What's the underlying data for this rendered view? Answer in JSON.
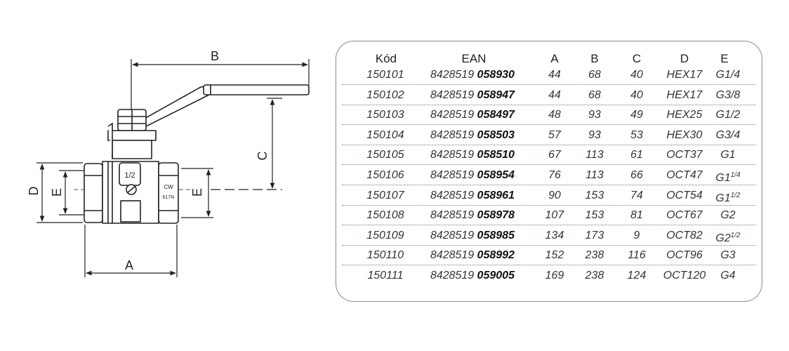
{
  "drawing": {
    "dimension_labels": {
      "b": "B",
      "c": "C",
      "d": "D",
      "e_left": "E",
      "e_right": "E",
      "a": "A"
    },
    "body_markings": {
      "size": "1/2",
      "material_1": "CW",
      "material_2": "617N"
    }
  },
  "table": {
    "headers": {
      "code": "Kód",
      "ean": "EAN",
      "a": "A",
      "b": "B",
      "c": "C",
      "d": "D",
      "e": "E"
    },
    "rows": [
      {
        "code": "150101",
        "ean_prefix": "8428519",
        "ean_bold": "058930",
        "a": "44",
        "b": "68",
        "c": "40",
        "d": "HEX17",
        "e": "G1/4",
        "e_sup": ""
      },
      {
        "code": "150102",
        "ean_prefix": "8428519",
        "ean_bold": "058947",
        "a": "44",
        "b": "68",
        "c": "40",
        "d": "HEX17",
        "e": "G3/8",
        "e_sup": ""
      },
      {
        "code": "150103",
        "ean_prefix": "8428519",
        "ean_bold": "058497",
        "a": "48",
        "b": "93",
        "c": "49",
        "d": "HEX25",
        "e": "G1/2",
        "e_sup": ""
      },
      {
        "code": "150104",
        "ean_prefix": "8428519",
        "ean_bold": "058503",
        "a": "57",
        "b": "93",
        "c": "53",
        "d": "HEX30",
        "e": "G3/4",
        "e_sup": ""
      },
      {
        "code": "150105",
        "ean_prefix": "8428519",
        "ean_bold": "058510",
        "a": "67",
        "b": "113",
        "c": "61",
        "d": "OCT37",
        "e": "G1",
        "e_sup": ""
      },
      {
        "code": "150106",
        "ean_prefix": "8428519",
        "ean_bold": "058954",
        "a": "76",
        "b": "113",
        "c": "66",
        "d": "OCT47",
        "e": "G1",
        "e_sup": "1/4"
      },
      {
        "code": "150107",
        "ean_prefix": "8428519",
        "ean_bold": "058961",
        "a": "90",
        "b": "153",
        "c": "74",
        "d": "OCT54",
        "e": "G1",
        "e_sup": "1/2"
      },
      {
        "code": "150108",
        "ean_prefix": "8428519",
        "ean_bold": "058978",
        "a": "107",
        "b": "153",
        "c": "81",
        "d": "OCT67",
        "e": "G2",
        "e_sup": ""
      },
      {
        "code": "150109",
        "ean_prefix": "8428519",
        "ean_bold": "058985",
        "a": "134",
        "b": "173",
        "c": "9",
        "d": "OCT82",
        "e": "G2",
        "e_sup": "1/2"
      },
      {
        "code": "150110",
        "ean_prefix": "8428519",
        "ean_bold": "058992",
        "a": "152",
        "b": "238",
        "c": "116",
        "d": "OCT96",
        "e": "G3",
        "e_sup": ""
      },
      {
        "code": "150111",
        "ean_prefix": "8428519",
        "ean_bold": "059005",
        "a": "169",
        "b": "238",
        "c": "124",
        "d": "OCT120",
        "e": "G4",
        "e_sup": ""
      }
    ]
  }
}
